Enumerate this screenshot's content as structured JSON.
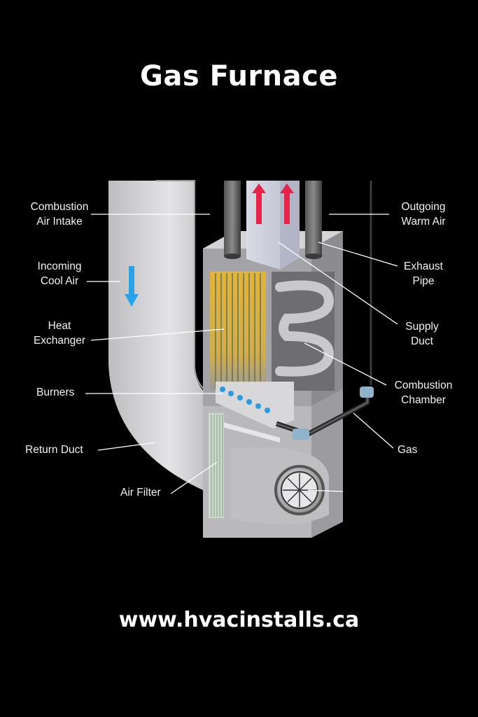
{
  "title": "Gas Furnace",
  "footer_url": "www.hvacinstalls.ca",
  "labels": {
    "combustion_air_intake_1": "Combustion",
    "combustion_air_intake_2": "Air Intake",
    "incoming_cool_air_1": "Incoming",
    "incoming_cool_air_2": "Cool Air",
    "heat_exchanger_1": "Heat",
    "heat_exchanger_2": "Exchanger",
    "burners": "Burners",
    "return_duct": "Return Duct",
    "air_filter": "Air Filter",
    "outgoing_warm_air_1": "Outgoing",
    "outgoing_warm_air_2": "Warm Air",
    "exhaust_pipe_1": "Exhaust",
    "exhaust_pipe_2": "Pipe",
    "supply_duct_1": "Supply",
    "supply_duct_2": "Duct",
    "combustion_chamber_1": "Combustion",
    "combustion_chamber_2": "Chamber",
    "gas_line": "Gas"
  },
  "colors": {
    "background": "#000000",
    "warm_arrow": "#e8244a",
    "cool_arrow": "#2aa2e8",
    "heat_exchanger": "#d9b43a",
    "duct": "#cfcfd2"
  }
}
